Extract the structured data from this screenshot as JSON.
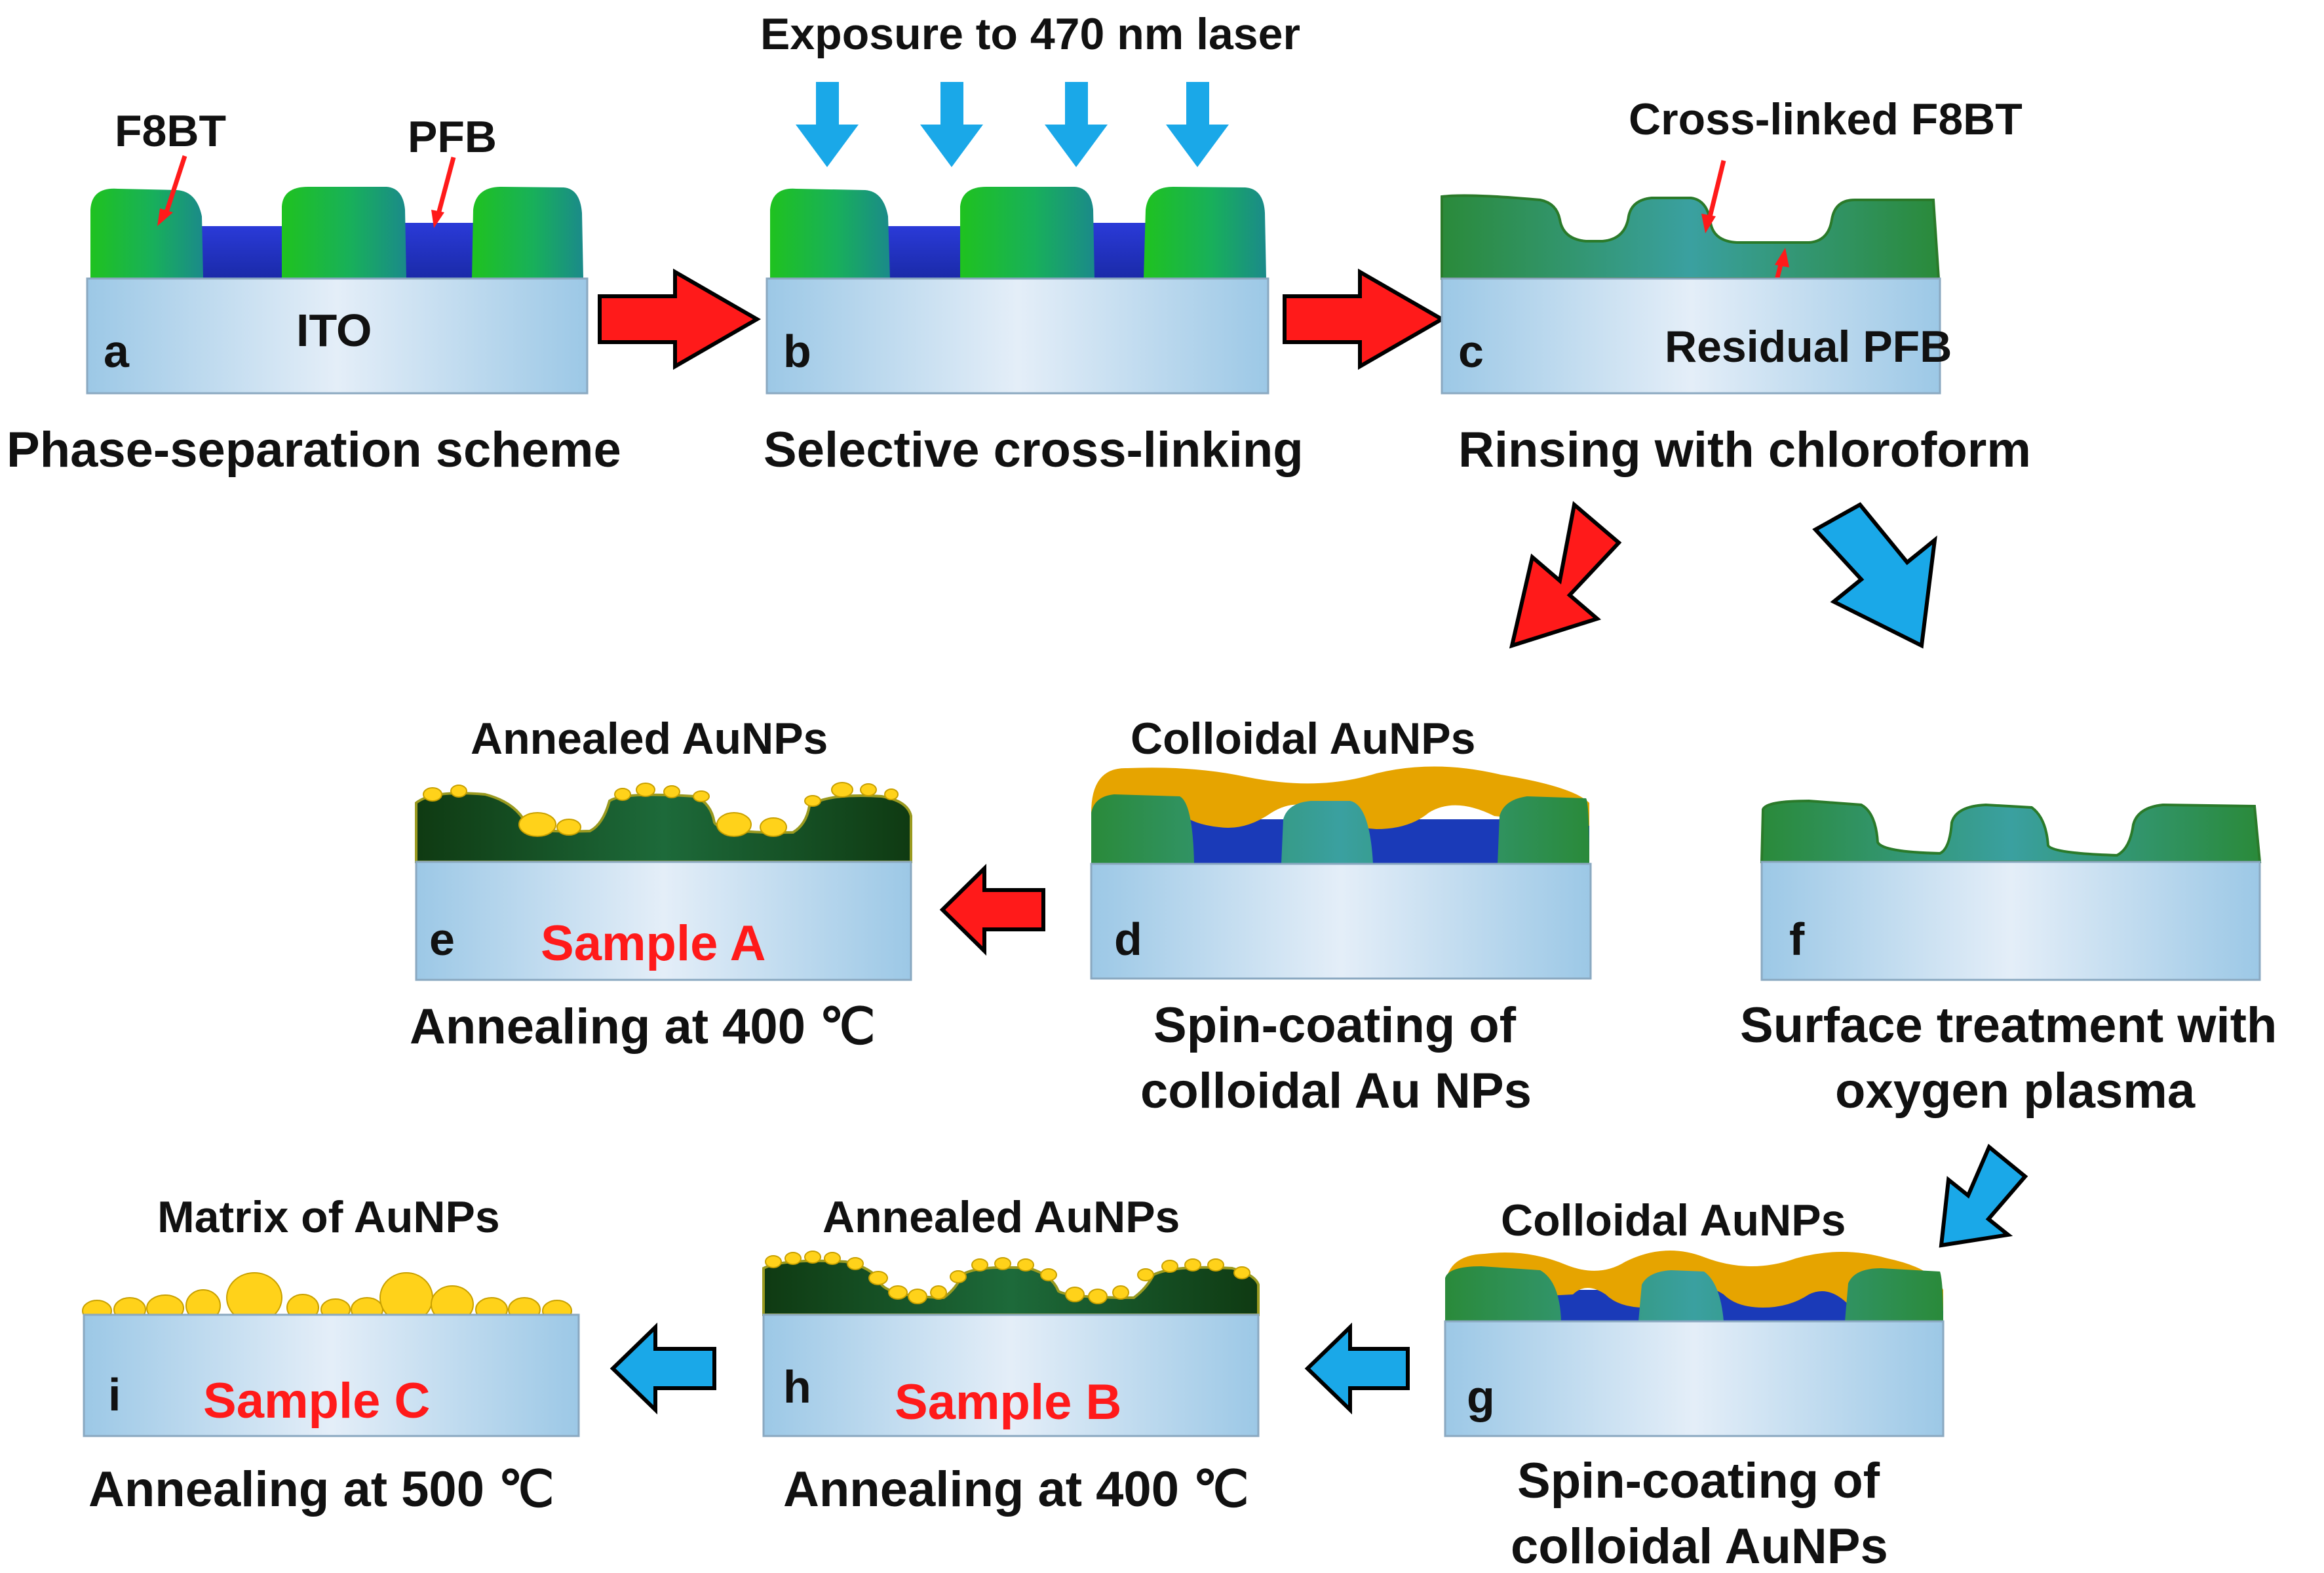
{
  "colors": {
    "f8bt_green": "#1aa32a",
    "pfb_blue": "#1a2fd0",
    "ito_blue": "#a8cde6",
    "crosslinked_green": "#2e8a2e",
    "gold": "#e6a400",
    "annealed_gold": "#ffd21a",
    "red_arrow": "#ff1a1a",
    "blue_arrow": "#1aa8e8",
    "sample_text_red": "#ff1a1a"
  },
  "laser": {
    "label": "Exposure to 470 nm laser"
  },
  "panels": {
    "a": {
      "letter": "a",
      "caption": "Phase-separation scheme",
      "f8bt_label": "F8BT",
      "pfb_label": "PFB",
      "ito_label": "ITO"
    },
    "b": {
      "letter": "b",
      "caption": "Selective cross-linking"
    },
    "c": {
      "letter": "c",
      "caption": "Rinsing with chloroform",
      "crosslinked_label": "Cross-linked F8BT",
      "residual_label": "Residual PFB"
    },
    "d": {
      "letter": "d",
      "caption_line1": "Spin-coating of",
      "caption_line2": "colloidal Au NPs",
      "top_label": "Colloidal AuNPs"
    },
    "e": {
      "letter": "e",
      "caption": "Annealing at 400 ℃",
      "top_label": "Annealed AuNPs",
      "sample": "Sample A"
    },
    "f": {
      "letter": "f",
      "caption_line1": "Surface treatment with",
      "caption_line2": "oxygen plasma"
    },
    "g": {
      "letter": "g",
      "caption_line1": "Spin-coating of",
      "caption_line2": "colloidal AuNPs",
      "top_label": "Colloidal AuNPs"
    },
    "h": {
      "letter": "h",
      "caption": "Annealing at 400 ℃",
      "top_label": "Annealed AuNPs",
      "sample": "Sample B"
    },
    "i": {
      "letter": "i",
      "caption": "Annealing at 500 ℃",
      "top_label": "Matrix of AuNPs",
      "sample": "Sample C"
    }
  }
}
